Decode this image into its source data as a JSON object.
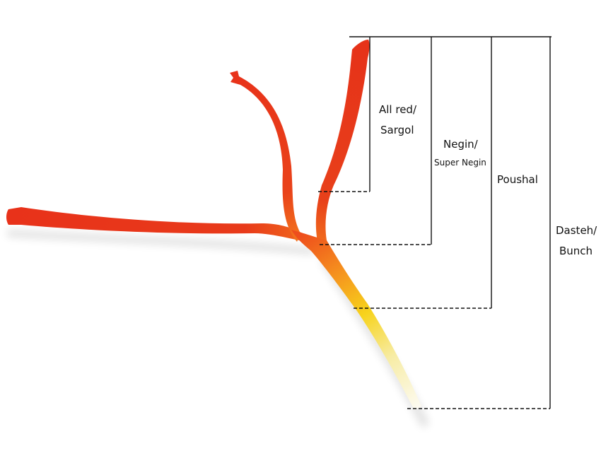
{
  "grades": [
    {
      "label_line1": "All red/",
      "label_line2": "Sargol"
    },
    {
      "label_line1": "Negin/",
      "label_line2": "Super Negin"
    },
    {
      "label_line1": "Poushal",
      "label_line2": ""
    },
    {
      "label_line1": "Dasteh/",
      "label_line2": "Bunch"
    }
  ],
  "colors": {
    "stigma_red": "#e8321a",
    "stigma_orange": "#f5721c",
    "style_yellow": "#f6d21a",
    "style_white": "#fbf6e6",
    "line": "#111111"
  }
}
